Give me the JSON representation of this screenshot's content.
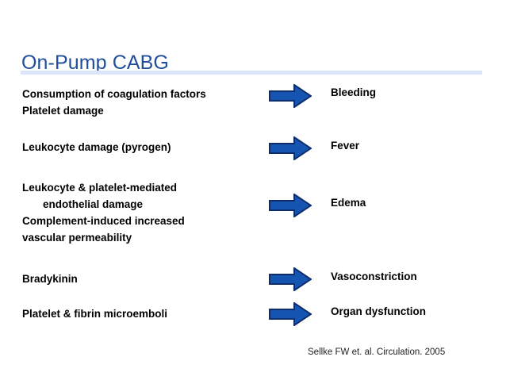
{
  "slide": {
    "title": "On-Pump CABG",
    "accent_color": "#1F4E9C",
    "rule_color": "#DCE6F8",
    "arrow_fill": "#1554B0",
    "arrow_stroke": "#0E2E6B",
    "background": "#ffffff"
  },
  "rows": [
    {
      "cause_lines": [
        {
          "text": "Consumption of coagulation factors",
          "indent": false
        },
        {
          "text": "Platelet damage",
          "indent": false
        }
      ],
      "arrow": "right-arrow-icon",
      "effect": "Bleeding"
    },
    {
      "cause_lines": [
        {
          "text": "Leukocyte damage (pyrogen)",
          "indent": false
        }
      ],
      "arrow": "right-arrow-icon",
      "effect": "Fever"
    },
    {
      "cause_lines": [
        {
          "text": "Leukocyte & platelet-mediated",
          "indent": false
        },
        {
          "text": "endothelial damage",
          "indent": true
        },
        {
          "text": "Complement-induced increased",
          "indent": false
        },
        {
          "text": "vascular permeability",
          "indent": false
        }
      ],
      "arrow": "right-arrow-icon",
      "effect": "Edema"
    },
    {
      "cause_lines": [
        {
          "text": "Bradykinin",
          "indent": false
        }
      ],
      "arrow": "right-arrow-icon",
      "effect": "Vasoconstriction"
    },
    {
      "cause_lines": [
        {
          "text": "Platelet & fibrin microemboli",
          "indent": false
        }
      ],
      "arrow": "right-arrow-icon",
      "effect": "Organ dysfunction"
    }
  ],
  "citation": "Sellke FW et. al. Circulation. 2005"
}
